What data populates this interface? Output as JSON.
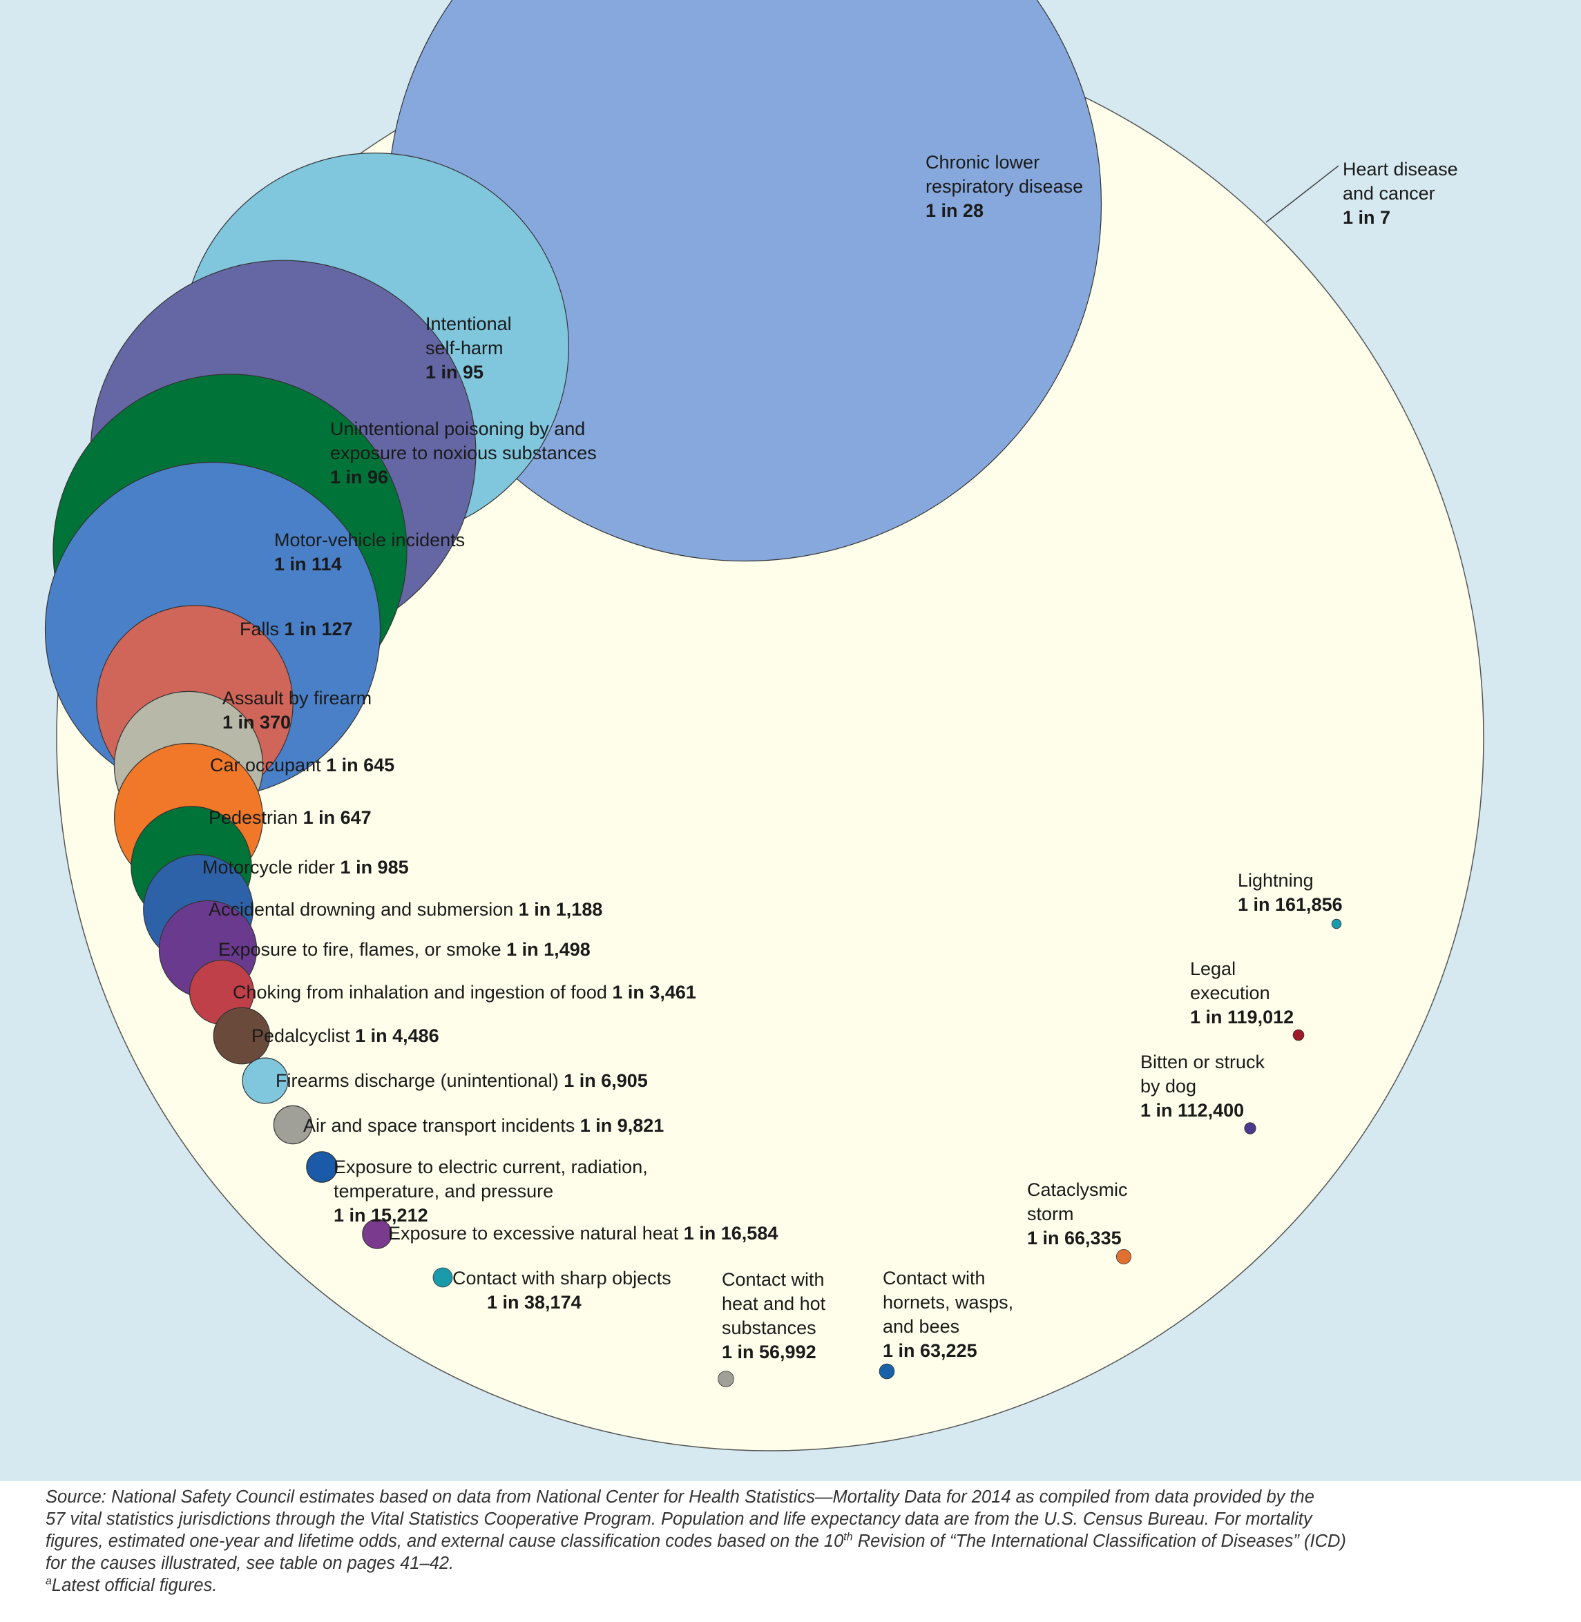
{
  "chart_data": {
    "type": "bubble",
    "title": "",
    "outer": {
      "label_line1": "Heart disease",
      "label_line2": "and cancer",
      "odds": "1 in 7",
      "odds_n": 7,
      "color": "#fefeeb"
    },
    "series": [
      {
        "name": "Chronic lower respiratory disease",
        "line1": "Chronic lower",
        "line2": "respiratory disease",
        "odds": "1 in 28",
        "odds_n": 28,
        "color": "#86a8dc"
      },
      {
        "name": "Intentional self-harm",
        "line1": "Intentional",
        "line2": "self-harm",
        "odds": "1 in 95",
        "odds_n": 95,
        "color": "#80c6dd"
      },
      {
        "name": "Unintentional poisoning by and exposure to noxious substances",
        "line1": "Unintentional poisoning by and",
        "line2": "exposure to noxious substances",
        "odds": "1 in 96",
        "odds_n": 96,
        "color": "#6567a5"
      },
      {
        "name": "Motor-vehicle incidents",
        "line1": "Motor-vehicle incidents",
        "odds": "1 in 114",
        "odds_n": 114,
        "color": "#007338"
      },
      {
        "name": "Falls",
        "line1": "Falls",
        "odds": "1 in 127",
        "odds_n": 127,
        "color": "#4a80c8"
      },
      {
        "name": "Assault by firearm",
        "line1": "Assault by firearm",
        "odds": "1 in 370",
        "odds_n": 370,
        "color": "#d0655a"
      },
      {
        "name": "Car occupant",
        "line1": "Car occupant",
        "odds": "1 in 645",
        "odds_n": 645,
        "color": "#b8b8a8"
      },
      {
        "name": "Pedestrian",
        "line1": "Pedestrian",
        "odds": "1 in 647",
        "odds_n": 647,
        "color": "#f07828"
      },
      {
        "name": "Motorcycle rider",
        "line1": "Motorcycle rider",
        "odds": "1 in 985",
        "odds_n": 985,
        "color": "#007338"
      },
      {
        "name": "Accidental drowning and submersion",
        "line1": "Accidental drowning and submersion",
        "odds": "1 in 1,188",
        "odds_n": 1188,
        "color": "#2d62a8"
      },
      {
        "name": "Exposure to fire, flames, or smoke",
        "line1": "Exposure to fire, flames, or smoke",
        "odds": "1 in 1,498",
        "odds_n": 1498,
        "color": "#6a3a8e"
      },
      {
        "name": "Choking from inhalation and ingestion of food",
        "line1": "Choking from inhalation and ingestion of food",
        "odds": "1 in 3,461",
        "odds_n": 3461,
        "color": "#c0404a"
      },
      {
        "name": "Pedalcyclist",
        "line1": "Pedalcyclist",
        "odds": "1 in 4,486",
        "odds_n": 4486,
        "color": "#6a4a3a"
      },
      {
        "name": "Firearms discharge (unintentional)",
        "line1": "Firearms discharge (unintentional)",
        "odds": "1 in 6,905",
        "odds_n": 6905,
        "color": "#80c6dd"
      },
      {
        "name": "Air and space transport incidents",
        "line1": "Air and space transport incidents",
        "odds": "1 in 9,821",
        "odds_n": 9821,
        "color": "#a0a098"
      },
      {
        "name": "Exposure to electric current, radiation, temperature, and pressure",
        "line1": "Exposure to electric current, radiation,",
        "line2": "temperature, and pressure",
        "odds": "1 in 15,212",
        "odds_n": 15212,
        "color": "#1a5aa8"
      },
      {
        "name": "Exposure to excessive natural heat",
        "line1": "Exposure to excessive natural heat",
        "odds": "1 in 16,584",
        "odds_n": 16584,
        "color": "#7a3a8e"
      },
      {
        "name": "Contact with sharp objects",
        "line1": "Contact with sharp objects",
        "odds": "1 in 38,174",
        "odds_n": 38174,
        "color": "#1a9aaa"
      },
      {
        "name": "Contact with heat and hot substances",
        "line1": "Contact with",
        "line2": "heat and hot",
        "line3": "substances",
        "odds": "1 in 56,992",
        "odds_n": 56992,
        "color": "#a0a098"
      },
      {
        "name": "Contact with hornets, wasps, and bees",
        "line1": "Contact with",
        "line2": "hornets, wasps,",
        "line3": "and bees",
        "odds": "1 in 63,225",
        "odds_n": 63225,
        "color": "#1a62a8"
      },
      {
        "name": "Cataclysmic storm",
        "line1": "Cataclysmic",
        "line2": "storm",
        "odds": "1 in 66,335",
        "odds_n": 66335,
        "color": "#e07030"
      },
      {
        "name": "Bitten or struck by dog",
        "line1": "Bitten or struck",
        "line2": "by dog",
        "odds": "1 in 112,400",
        "odds_n": 112400,
        "color": "#4a3a8e"
      },
      {
        "name": "Legal execution",
        "line1": "Legal",
        "line2": "execution",
        "odds": "1 in 119,012",
        "odds_n": 119012,
        "color": "#a01a2a"
      },
      {
        "name": "Lightning",
        "line1": "Lightning",
        "odds": "1 in 161,856",
        "odds_n": 161856,
        "color": "#1a9aaa"
      }
    ]
  },
  "source_note": {
    "line1": "Source: National Safety Council estimates based on data from National Center for Health Statistics—Mortality Data for 2014 as compiled from data provided by the",
    "line2": "57 vital statistics jurisdictions through the Vital Statistics Cooperative Program. Population and life expectancy data are from the U.S. Census Bureau. For mortality",
    "line3_pre": "figures, estimated one-year and lifetime odds, and external cause classification codes based on the 10",
    "line3_sup": "th",
    "line3_post": " Revision of “The International Classification of Diseases” (ICD)",
    "line4": "for the causes illustrated, see table on pages 41–42.",
    "footnote_marker": "a",
    "footnote_text": "Latest official figures."
  }
}
